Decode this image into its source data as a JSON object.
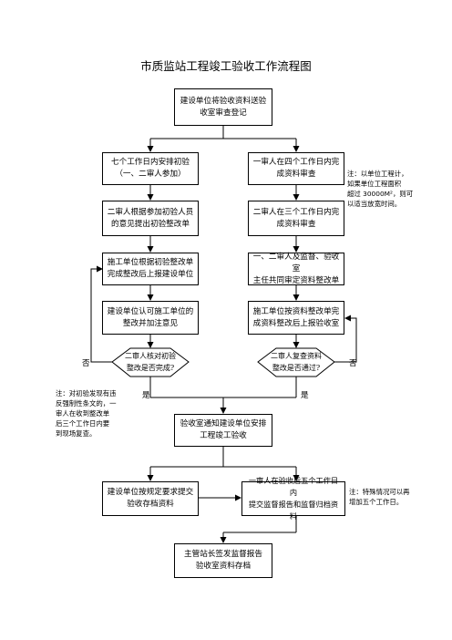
{
  "title": "市质监站工程竣工验收工作流程图",
  "nodes": {
    "start": "建设单位将验收资料送验\n收室审查登记",
    "l1": "七个工作日内安排初验\n（一、二审人参加）",
    "l2": "二审人根据参加初验人员\n的意见提出初验整改单",
    "l3": "施工单位根据初验整改单\n完成整改后上报建设单位",
    "l4": "建设单位认可施工单位的\n整改并加注意见",
    "ld": "二审人核对初验\n整改是否完成?",
    "r1": "一审人在四个工作日内完\n成资料审查",
    "r2": "二审人在三个工作日内完\n成资料审查",
    "r3": "一、二审人及监督、验收室\n主任共同审定资料整改单",
    "r4": "施工单位按资料整改单完\n成资料整改后上报验收室",
    "rd": "二审人复查资料\n整改是否通过?",
    "notify": "验收室通知建设单位安排\n工程竣工验收",
    "submit": "建设单位按规定要求提交\n验收存档资料",
    "report": "一审人在验收后五个工作日内\n提交监督报告和监督归档资料",
    "end": "主管站长签发监督报告\n验收室资料存档"
  },
  "labels": {
    "no_left": "否",
    "yes_left": "是",
    "no_right": "否",
    "yes_right": "是"
  },
  "notes": {
    "n1": "注：以单位工程计，\n如果单位工程面积\n超过 30000M²，则可\n以适当放宽时间。",
    "n2": "注：对初验发现有违\n反强制性条文的，一\n审人在收到整改单\n后三个工作日内要\n到现场复查。",
    "n3": "注：特殊情况可以再\n增加五个工作日。"
  }
}
